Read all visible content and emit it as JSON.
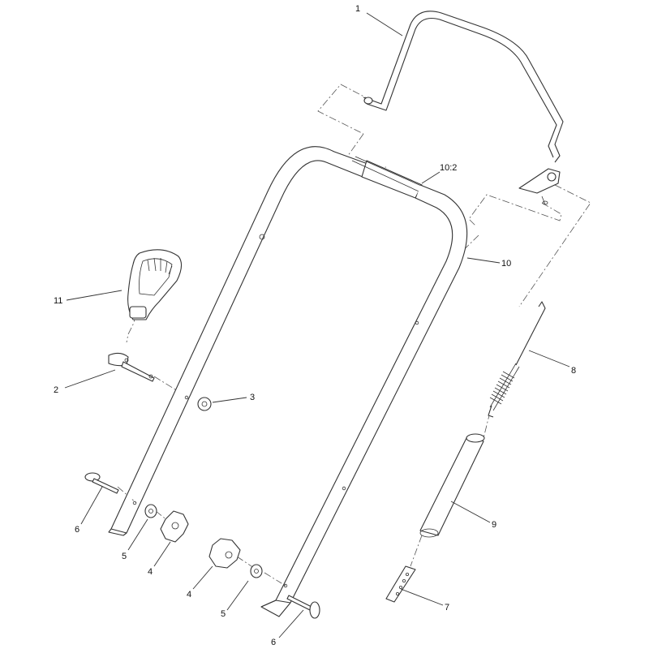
{
  "diagram": {
    "callouts": [
      {
        "id": "c1",
        "label": "1"
      },
      {
        "id": "c10-2",
        "label": "10:2"
      },
      {
        "id": "c10",
        "label": "10"
      },
      {
        "id": "c11",
        "label": "11"
      },
      {
        "id": "c2",
        "label": "2"
      },
      {
        "id": "c3",
        "label": "3"
      },
      {
        "id": "c8",
        "label": "8"
      },
      {
        "id": "c9",
        "label": "9"
      },
      {
        "id": "c6a",
        "label": "6"
      },
      {
        "id": "c5a",
        "label": "5"
      },
      {
        "id": "c4a",
        "label": "4"
      },
      {
        "id": "c4b",
        "label": "4"
      },
      {
        "id": "c5b",
        "label": "5"
      },
      {
        "id": "c6b",
        "label": "6"
      },
      {
        "id": "c7",
        "label": "7"
      }
    ]
  }
}
